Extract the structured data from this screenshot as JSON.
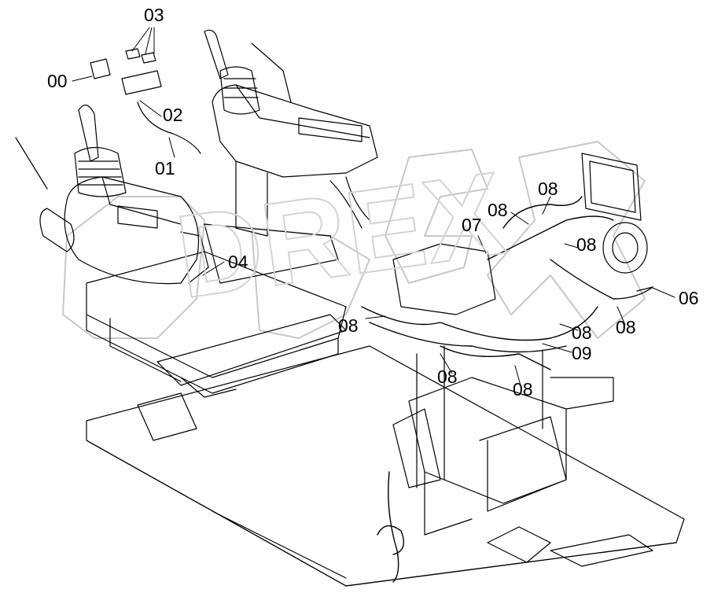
{
  "watermark": "DREX",
  "callouts": {
    "c00": "00",
    "c01": "01",
    "c02": "02",
    "c03": "03",
    "c04": "04",
    "c06": "06",
    "c07": "07",
    "c08a": "08",
    "c08b": "08",
    "c08c": "08",
    "c08d": "08",
    "c08e": "08",
    "c08f": "08",
    "c08g": "08",
    "c08h": "08",
    "c09": "09"
  }
}
